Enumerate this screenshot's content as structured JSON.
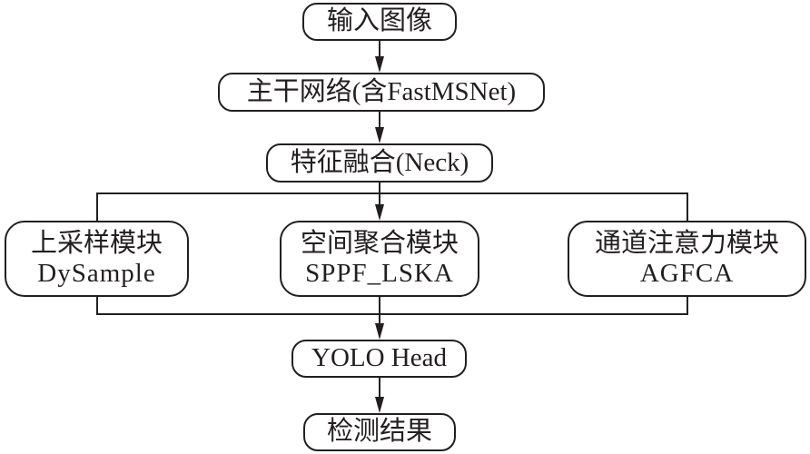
{
  "diagram": {
    "type": "flowchart",
    "colors": {
      "stroke": "#231f20",
      "background": "#ffffff",
      "text": "#231f20"
    },
    "nodes": {
      "input": {
        "line1": "输入图像"
      },
      "backbone": {
        "line1": "主干网络(含FastMSNet)"
      },
      "neck": {
        "line1": "特征融合(Neck)"
      },
      "upsample": {
        "line1": "上采样模块",
        "line2": "DySample"
      },
      "spatial": {
        "line1": "空间聚合模块",
        "line2": "SPPF_LSKA"
      },
      "channel": {
        "line1": "通道注意力模块",
        "line2": "AGFCA"
      },
      "head": {
        "line1": "YOLO Head"
      },
      "result": {
        "line1": "检测结果"
      }
    },
    "edges": [
      {
        "from": "input",
        "to": "backbone"
      },
      {
        "from": "backbone",
        "to": "neck"
      },
      {
        "from": "neck",
        "to": "upsample"
      },
      {
        "from": "neck",
        "to": "spatial"
      },
      {
        "from": "neck",
        "to": "channel"
      },
      {
        "from": "upsample",
        "to": "head"
      },
      {
        "from": "spatial",
        "to": "head"
      },
      {
        "from": "channel",
        "to": "head"
      },
      {
        "from": "head",
        "to": "result"
      }
    ]
  }
}
